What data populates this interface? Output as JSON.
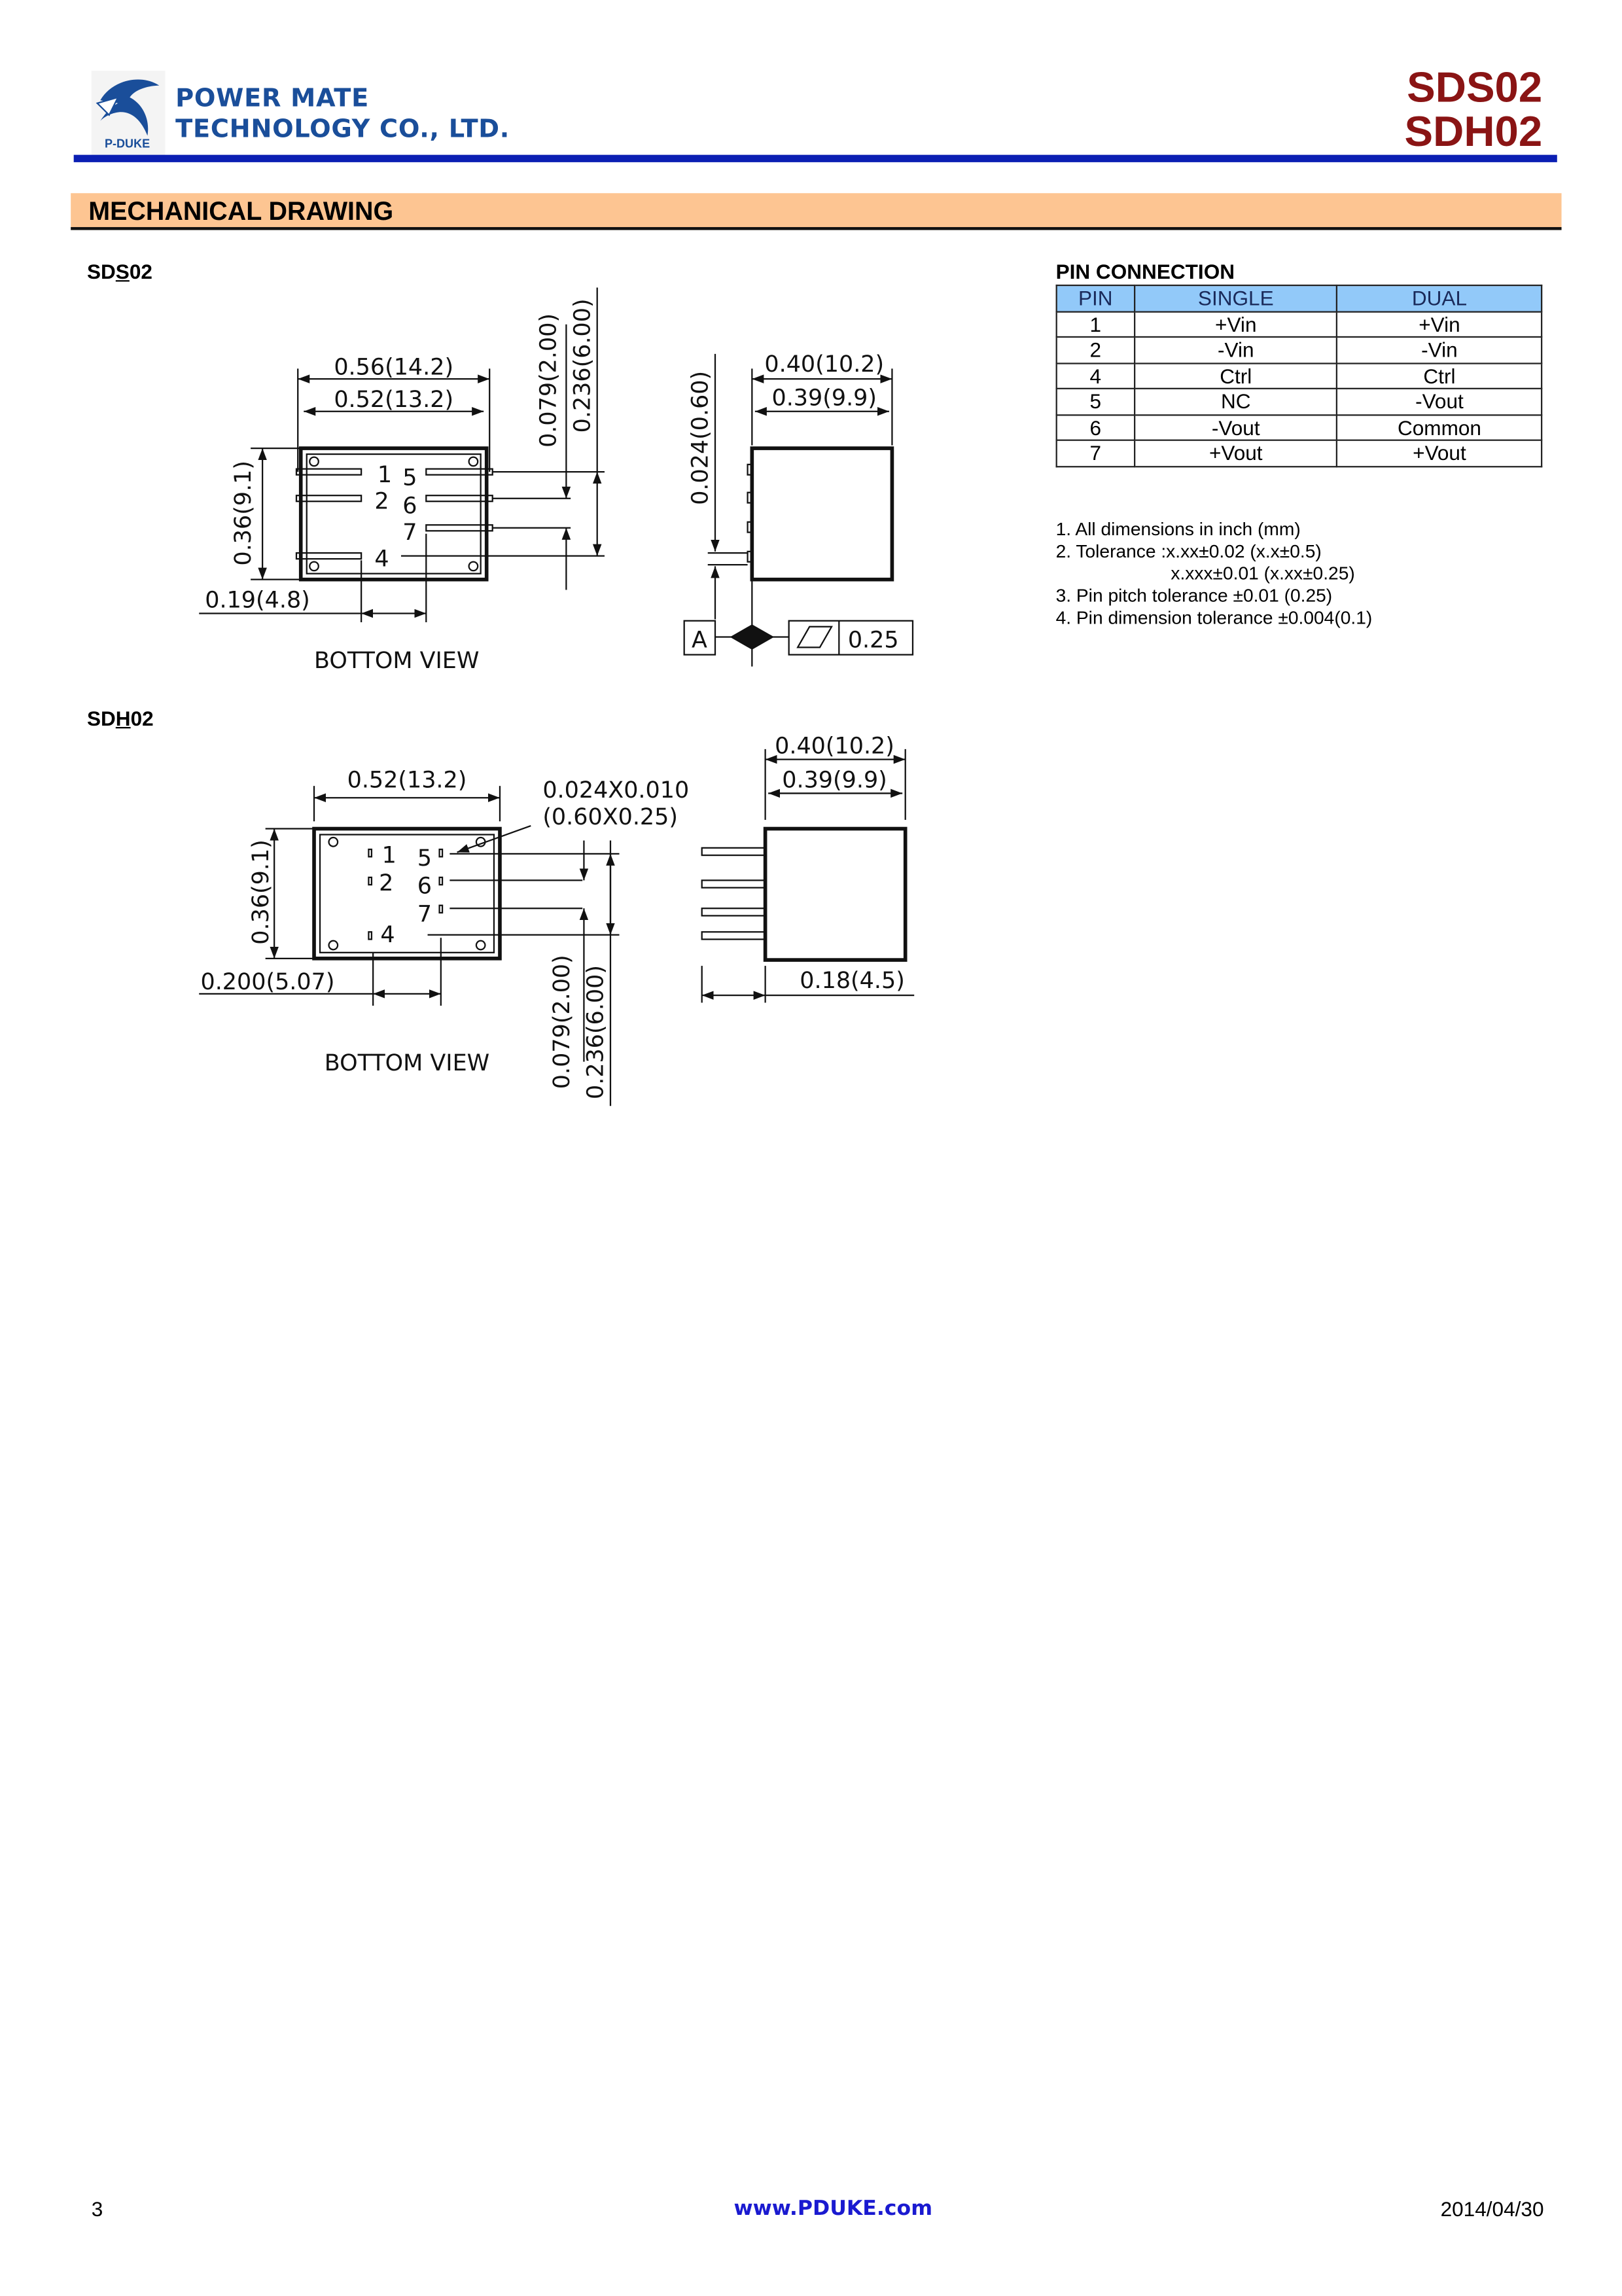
{
  "header": {
    "logo_text": "P-DUKE",
    "company_line1": "POWER MATE",
    "company_line2": "TECHNOLOGY CO., LTD.",
    "model_1": "SDS02",
    "model_2": "SDH02"
  },
  "section_title": "MECHANICAL DRAWING",
  "sds02": {
    "label_prefix": "SD",
    "label_underlined": "S",
    "label_suffix": "02",
    "dim_width_outer": "0.56(14.2)",
    "dim_width_inner": "0.52(13.2)",
    "dim_pitch": "0.079(2.00)",
    "dim_row": "0.236(6.00)",
    "dim_height": "0.36(9.1)",
    "dim_offset": "0.19(4.8)",
    "view_label": "BOTTOM  VIEW",
    "pin_numbers": [
      "1",
      "5",
      "2",
      "6",
      "7",
      "4"
    ],
    "side_width_outer": "0.40(10.2)",
    "side_width_inner": "0.39(9.9)",
    "side_pin_thickness": "0.024(0.60)",
    "datum": "A",
    "flatness": "0.25"
  },
  "sdh02": {
    "label_prefix": "SD",
    "label_underlined": "H",
    "label_suffix": "02",
    "dim_width": "0.52(13.2)",
    "pin_size_line1": "0.024X0.010",
    "pin_size_line2": "(0.60X0.25)",
    "dim_height": "0.36(9.1)",
    "dim_offset": "0.200(5.07)",
    "dim_pitch": "0.079(2.00)",
    "dim_row": "0.236(6.00)",
    "view_label": "BOTTOM  VIEW",
    "pin_numbers": [
      "1",
      "5",
      "2",
      "6",
      "7",
      "4"
    ],
    "side_width_outer": "0.40(10.2)",
    "side_width_inner": "0.39(9.9)",
    "side_pin_length": "0.18(4.5)"
  },
  "pin_connection": {
    "title": "PIN CONNECTION",
    "headers": [
      "PIN",
      "SINGLE",
      "DUAL"
    ],
    "rows": [
      [
        "1",
        "+Vin",
        "+Vin"
      ],
      [
        "2",
        "-Vin",
        "-Vin"
      ],
      [
        "4",
        "Ctrl",
        "Ctrl"
      ],
      [
        "5",
        "NC",
        "-Vout"
      ],
      [
        "6",
        "-Vout",
        "Common"
      ],
      [
        "7",
        "+Vout",
        "+Vout"
      ]
    ]
  },
  "notes": [
    "1. All dimensions in inch (mm)",
    "2. Tolerance :x.xx±0.02 (x.x±0.5)",
    "x.xxx±0.01 (x.xx±0.25)",
    "3. Pin pitch tolerance ±0.01 (0.25)",
    "4. Pin dimension tolerance ±0.004(0.1)"
  ],
  "footer": {
    "page_number": "3",
    "website": "www.PDUKE.com",
    "date": "2014/04/30"
  },
  "colors": {
    "brand_blue": "#1a4e9a",
    "model_red": "#8a1414",
    "section_bg": "#fdc592",
    "table_header": "#92c9f9"
  }
}
